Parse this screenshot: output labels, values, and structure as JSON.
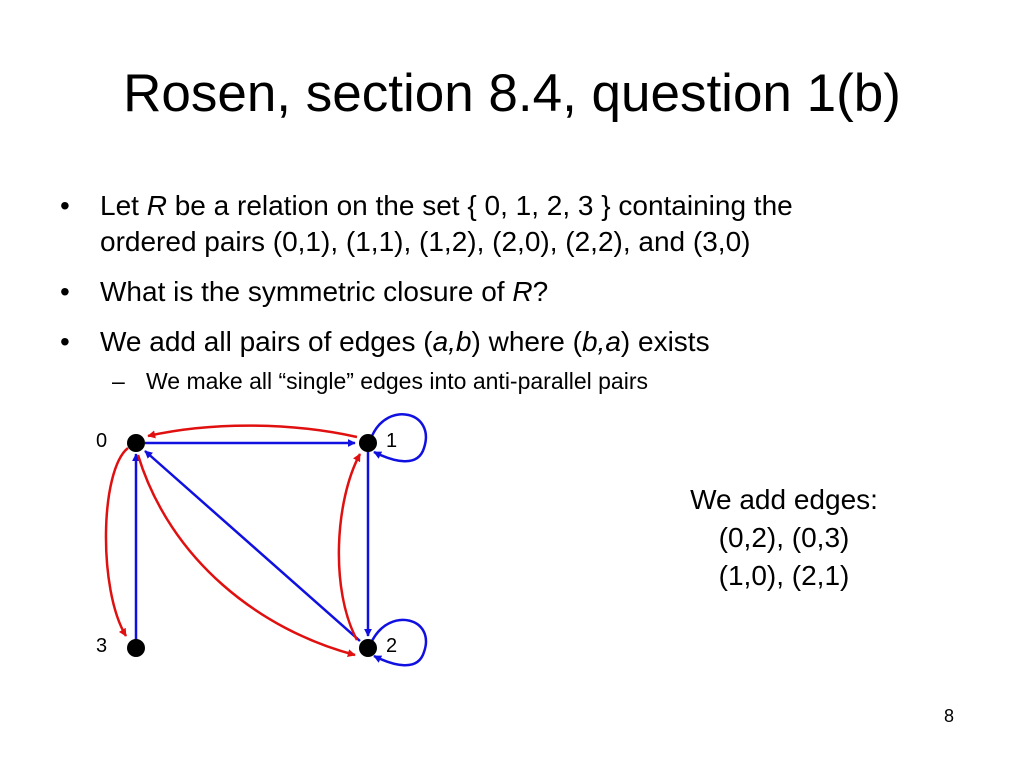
{
  "slide": {
    "title": "Rosen, section 8.4, question 1(b)",
    "bullets": [
      {
        "prefix": "Let ",
        "emph": "R",
        "line1_rest": " be a relation on the set { 0, 1, 2, 3 } containing the",
        "line2": "ordered pairs (0,1), (1,1), (1,2), (2,0), (2,2), and (3,0)"
      },
      {
        "prefix": "What is the symmetric closure of ",
        "emph": "R",
        "suffix": "?"
      },
      {
        "prefix": "We add all pairs of edges (",
        "emph1": "a,b",
        "mid": ") where (",
        "emph2": "b,a",
        "suffix": ") exists"
      }
    ],
    "sub_bullet": "We make all “single” edges into anti-parallel pairs",
    "bullet_symbol": "•",
    "dash_symbol": "–"
  },
  "graph": {
    "nodes": [
      {
        "id": "0",
        "label": "0"
      },
      {
        "id": "1",
        "label": "1"
      },
      {
        "id": "2",
        "label": "2"
      },
      {
        "id": "3",
        "label": "3"
      }
    ],
    "original_edges": [
      {
        "from": "0",
        "to": "1"
      },
      {
        "from": "1",
        "to": "1"
      },
      {
        "from": "1",
        "to": "2"
      },
      {
        "from": "2",
        "to": "0"
      },
      {
        "from": "2",
        "to": "2"
      },
      {
        "from": "3",
        "to": "0"
      }
    ],
    "added_edges": [
      {
        "from": "0",
        "to": "2"
      },
      {
        "from": "0",
        "to": "3"
      },
      {
        "from": "1",
        "to": "0"
      },
      {
        "from": "2",
        "to": "1"
      }
    ],
    "colors": {
      "original": "#1010e0",
      "added": "#e01010",
      "node": "#000000"
    }
  },
  "note": {
    "line1": "We add edges:",
    "line2": "(0,2), (0,3)",
    "line3": "(1,0), (2,1)"
  },
  "page_number": "8"
}
